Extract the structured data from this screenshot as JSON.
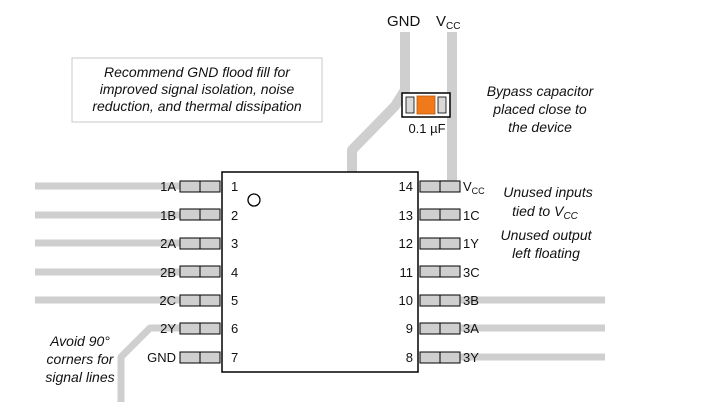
{
  "power": {
    "gnd_label": "GND",
    "vcc_label": "V",
    "vcc_sub": "CC"
  },
  "capacitor": {
    "value_label": "0.1 µF",
    "body_color": "#f07a1a"
  },
  "notes": {
    "flood_fill": [
      "Recommend GND flood fill for",
      "improved signal isolation, noise",
      "reduction, and thermal dissipation"
    ],
    "bypass": [
      "Bypass capacitor",
      "placed close to",
      "the device"
    ],
    "unused_inputs_line1": "Unused inputs",
    "unused_inputs_line2": "tied to V",
    "unused_inputs_sub": "CC",
    "unused_output": [
      "Unused output",
      "left floating"
    ],
    "corners": [
      "Avoid 90°",
      "corners for",
      "signal lines"
    ]
  },
  "left_pins": [
    {
      "number": "1",
      "signal": "1A"
    },
    {
      "number": "2",
      "signal": "1B"
    },
    {
      "number": "3",
      "signal": "2A"
    },
    {
      "number": "4",
      "signal": "2B"
    },
    {
      "number": "5",
      "signal": "2C"
    },
    {
      "number": "6",
      "signal": "2Y"
    },
    {
      "number": "7",
      "signal": "GND"
    }
  ],
  "right_pins": [
    {
      "number": "14",
      "signal": "V",
      "sub": "CC"
    },
    {
      "number": "13",
      "signal": "1C"
    },
    {
      "number": "12",
      "signal": "1Y"
    },
    {
      "number": "11",
      "signal": "3C"
    },
    {
      "number": "10",
      "signal": "3B"
    },
    {
      "number": "9",
      "signal": "3A"
    },
    {
      "number": "8",
      "signal": "3Y"
    }
  ],
  "colors": {
    "trace": "#cfcfcf",
    "outline": "#000000"
  }
}
